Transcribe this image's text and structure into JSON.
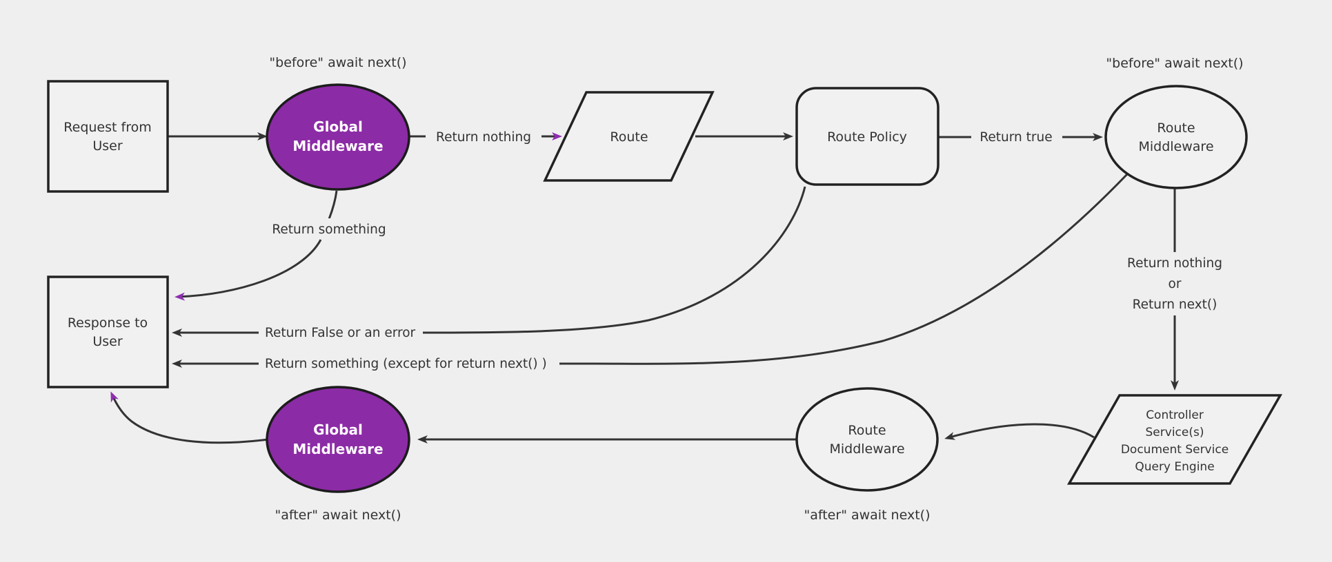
{
  "nodes": {
    "request": {
      "line1": "Request from",
      "line2": "User"
    },
    "global_middleware_top": {
      "line1": "Global",
      "line2": "Middleware"
    },
    "route": {
      "label": "Route"
    },
    "route_policy": {
      "label": "Route Policy"
    },
    "route_middleware_top": {
      "line1": "Route",
      "line2": "Middleware"
    },
    "controller": {
      "line1": "Controller",
      "line2": "Service(s)",
      "line3": "Document Service",
      "line4": "Query Engine"
    },
    "route_middleware_bottom": {
      "line1": "Route",
      "line2": "Middleware"
    },
    "global_middleware_bottom": {
      "line1": "Global",
      "line2": "Middleware"
    },
    "response": {
      "line1": "Response to",
      "line2": "User"
    }
  },
  "edge_labels": {
    "before_await_next_global": "\"before\" await next()",
    "return_nothing": "Return nothing",
    "return_true": "Return true",
    "before_await_next_route": "\"before\" await next()",
    "return_nothing_or_line1": "Return nothing",
    "return_nothing_or_line2": "or",
    "return_nothing_or_line3": "Return next()",
    "return_something": "Return something",
    "return_false_or_error": "Return False or an error",
    "return_something_except": "Return something (except for return next() )",
    "after_await_next_route": "\"after\" await next()",
    "after_await_next_global": "\"after\" await next()"
  },
  "colors": {
    "background": "#efefef",
    "node_fill": "#f1f1f2",
    "node_border": "#222222",
    "edge": "#333333",
    "purple_fill": "#8c2ba6",
    "purple": "#8e2eb0",
    "white_text": "#ffffff",
    "text": "#333333"
  }
}
